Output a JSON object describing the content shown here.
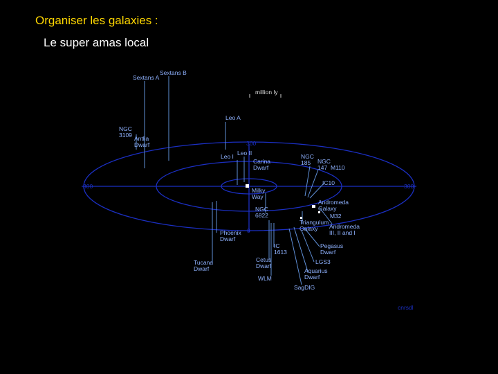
{
  "slide": {
    "title": "Organiser les galaxies :",
    "subtitle": "Le super amas local"
  },
  "diagram": {
    "scale_label": "million ly",
    "credit": "cnrsdl",
    "axis_labels": [
      "300",
      "300"
    ],
    "ring_labels": [
      "300",
      "0"
    ],
    "galaxies": [
      {
        "id": "sextans-a",
        "lines": [
          "Sextans A"
        ]
      },
      {
        "id": "sextans-b",
        "lines": [
          "Sextans B"
        ]
      },
      {
        "id": "ngc-3109",
        "lines": [
          "NGC",
          "3109"
        ]
      },
      {
        "id": "antlia-dwarf",
        "lines": [
          "Antlia",
          "Dwarf"
        ]
      },
      {
        "id": "leo-a",
        "lines": [
          "Leo A"
        ]
      },
      {
        "id": "leo-i",
        "lines": [
          "Leo I"
        ]
      },
      {
        "id": "leo-ii",
        "lines": [
          "Leo II"
        ]
      },
      {
        "id": "carina-dwarf",
        "lines": [
          "Carina",
          "Dwarf"
        ]
      },
      {
        "id": "ngc-185",
        "lines": [
          "NGC",
          "185"
        ]
      },
      {
        "id": "ngc-147",
        "lines": [
          "NGC",
          "147"
        ]
      },
      {
        "id": "m110",
        "lines": [
          "M110"
        ]
      },
      {
        "id": "ic-10",
        "lines": [
          "IC10"
        ]
      },
      {
        "id": "milky-way",
        "lines": [
          "Milky",
          "Way"
        ]
      },
      {
        "id": "andromeda-galaxy",
        "lines": [
          "Andromeda",
          "Galaxy"
        ]
      },
      {
        "id": "m32",
        "lines": [
          "M32"
        ]
      },
      {
        "id": "ngc-6822",
        "lines": [
          "NGC",
          "6822"
        ]
      },
      {
        "id": "triangulum-galaxy",
        "lines": [
          "Triangulum",
          "Galaxy"
        ]
      },
      {
        "id": "andromeda-dwarfs",
        "lines": [
          "Andromeda",
          "III, II and I"
        ]
      },
      {
        "id": "phoenix-dwarf",
        "lines": [
          "Phoenix",
          "Dwarf"
        ]
      },
      {
        "id": "ic-1613",
        "lines": [
          "IC",
          "1613"
        ]
      },
      {
        "id": "pegasus-dwarf",
        "lines": [
          "Pegasus",
          "Dwarf"
        ]
      },
      {
        "id": "tucana-dwarf",
        "lines": [
          "Tucana",
          "Dwarf"
        ]
      },
      {
        "id": "cetus-dwarf",
        "lines": [
          "Cetus",
          "Dwarf"
        ]
      },
      {
        "id": "lgs3",
        "lines": [
          "LGS3"
        ]
      },
      {
        "id": "aquarius-dwarf",
        "lines": [
          "Aquarius",
          "Dwarf"
        ]
      },
      {
        "id": "wlm",
        "lines": [
          "WLM"
        ]
      },
      {
        "id": "sagdig",
        "lines": [
          "SagDIG"
        ]
      }
    ],
    "colors": {
      "title": "#ffd700",
      "subtitle": "#ffffff",
      "orbit": "#1b2fc2",
      "leader": "#5f8fd6",
      "label": "#8fb2ff",
      "background": "#000000"
    }
  }
}
